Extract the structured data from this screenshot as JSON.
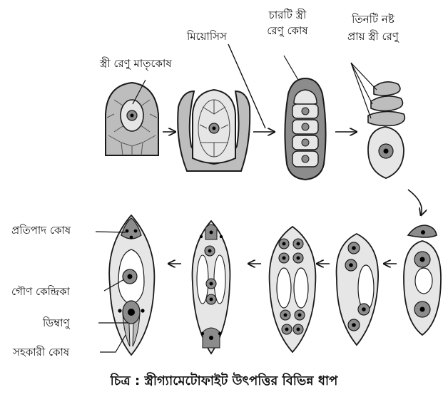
{
  "labels": {
    "megaspore_mother_cell": "স্ত্রী রেণু মাতৃকোষ",
    "meiosis": "মিয়োসিস",
    "four_megaspores_line1": "চারটি স্ত্রী",
    "four_megaspores_line2": "রেণু কোষ",
    "three_degenerate_line1": "তিনটি নষ্ট",
    "three_degenerate_line2": "প্রায় স্ত্রী রেণু",
    "antipodal_cells": "প্রতিপাদ কোষ",
    "secondary_nucleus": "গৌণ কেন্দ্রিকা",
    "egg_cell": "ডিম্বাণু",
    "synergids": "সহকারী কোষ"
  },
  "caption": "চিত্র : স্ত্রীগ্যামেটোফাইট উৎপত্তির বিভিন্ন ধাপ",
  "colors": {
    "outline": "#1a1a1a",
    "tissue": "#bdbdbd",
    "cytoplasm": "#e6e6e6",
    "nucleus": "#8c8c8c",
    "nucleolus": "#000000"
  }
}
